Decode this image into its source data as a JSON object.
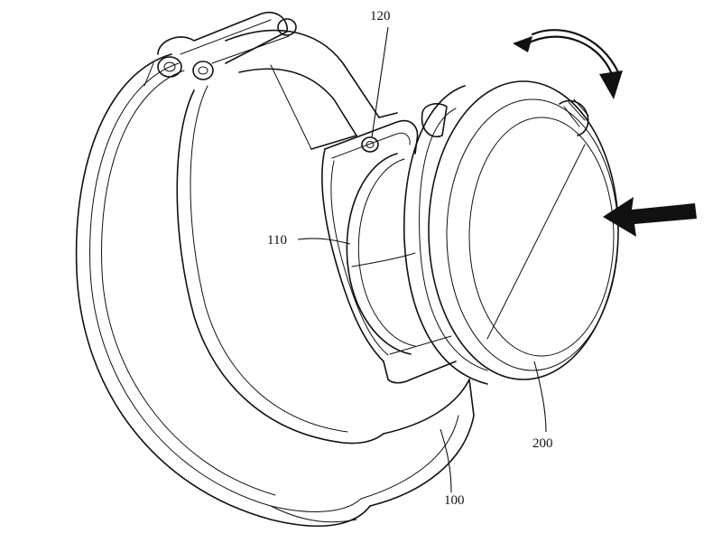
{
  "figure": {
    "labels": {
      "band": "100",
      "watch_body": "110",
      "button": "120",
      "watch_face": "200"
    },
    "icons": {
      "rotation_arrow": "curved-rotation-arrow-icon",
      "press_arrow": "press-direction-arrow-icon"
    }
  }
}
